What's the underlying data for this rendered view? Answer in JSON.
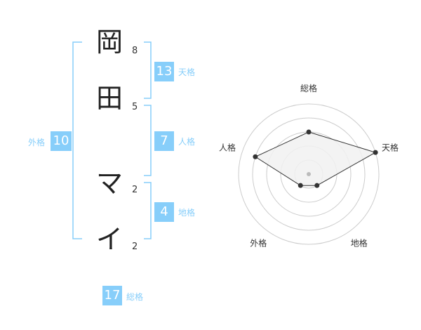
{
  "name": {
    "characters": [
      {
        "char": "岡",
        "strokes": "8"
      },
      {
        "char": "田",
        "strokes": "5"
      },
      {
        "char": "マ",
        "strokes": "2"
      },
      {
        "char": "イ",
        "strokes": "2"
      }
    ]
  },
  "fortune": {
    "tenkaku": {
      "value": "13",
      "label": "天格"
    },
    "jinkaku": {
      "value": "7",
      "label": "人格"
    },
    "chikaku": {
      "value": "4",
      "label": "地格"
    },
    "gaikaku": {
      "value": "10",
      "label": "外格"
    },
    "soukaku": {
      "value": "17",
      "label": "総格"
    }
  },
  "chart_data": {
    "type": "radar",
    "axes": [
      "総格",
      "天格",
      "地格",
      "外格",
      "人格"
    ],
    "values": [
      3,
      5,
      1,
      1,
      4
    ],
    "max": 5,
    "rings": 5
  },
  "colors": {
    "accent": "#87cefa",
    "bracket": "#87cefa",
    "polygon_fill": "#f1f1f1",
    "polygon_stroke": "#333333",
    "grid": "#cccccc"
  }
}
